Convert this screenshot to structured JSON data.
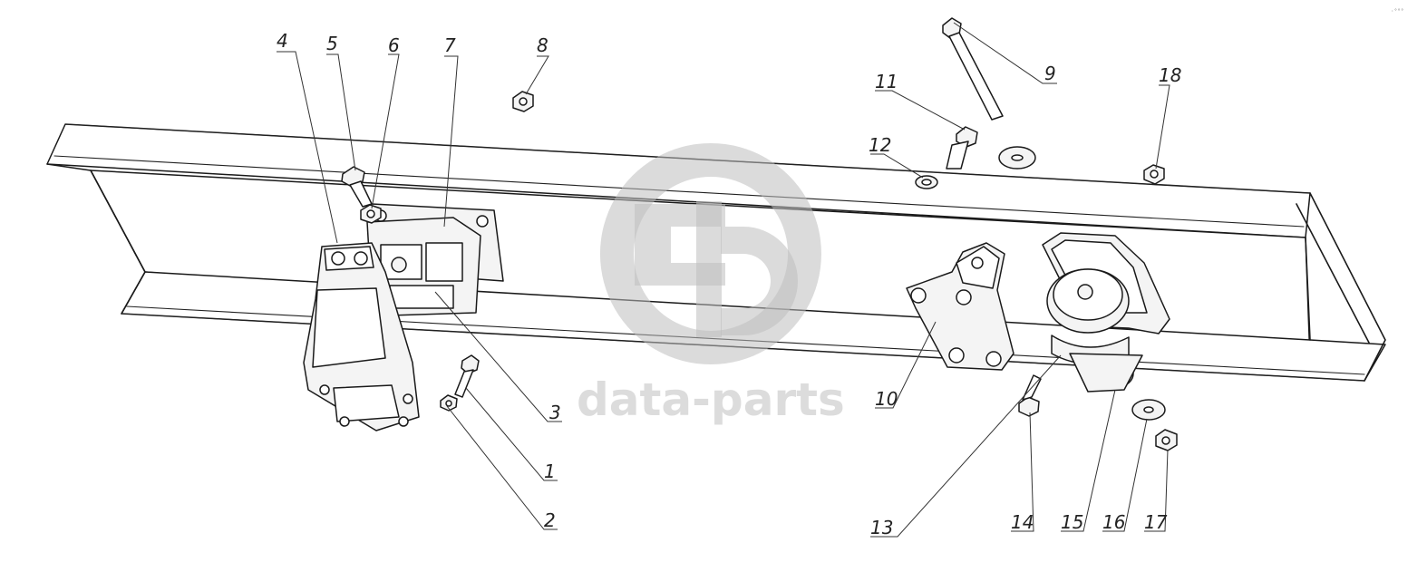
{
  "diagram": {
    "type": "exploded-parts-diagram",
    "callouts": [
      {
        "id": "c1",
        "label": "1"
      },
      {
        "id": "c2",
        "label": "2"
      },
      {
        "id": "c3",
        "label": "3"
      },
      {
        "id": "c4",
        "label": "4"
      },
      {
        "id": "c5",
        "label": "5"
      },
      {
        "id": "c6",
        "label": "6"
      },
      {
        "id": "c7",
        "label": "7"
      },
      {
        "id": "c8",
        "label": "8"
      },
      {
        "id": "c9",
        "label": "9"
      },
      {
        "id": "c10",
        "label": "10"
      },
      {
        "id": "c11",
        "label": "11"
      },
      {
        "id": "c12",
        "label": "12"
      },
      {
        "id": "c13",
        "label": "13"
      },
      {
        "id": "c14",
        "label": "14"
      },
      {
        "id": "c15",
        "label": "15"
      },
      {
        "id": "c16",
        "label": "16"
      },
      {
        "id": "c17",
        "label": "17"
      },
      {
        "id": "c18",
        "label": "18"
      }
    ]
  },
  "watermark": {
    "text": "data-parts",
    "logo_icon": "data-parts-logo-icon",
    "color": "#c9c9c9"
  },
  "corner_mark": "·°°°"
}
